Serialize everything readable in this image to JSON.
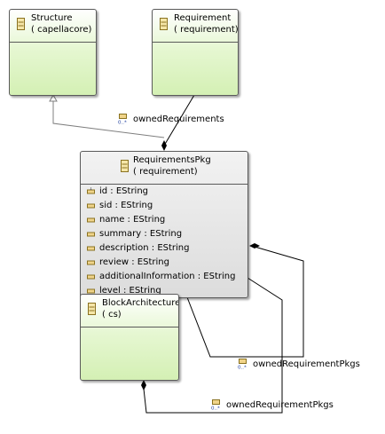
{
  "diagram": {
    "classes": {
      "structure": {
        "name": "Structure",
        "package": "( capellacore)"
      },
      "requirement": {
        "name": "Requirement",
        "package": "( requirement)"
      },
      "requirements_pkg": {
        "name": "RequirementsPkg",
        "package": "( requirement)",
        "attributes": [
          "id : EString",
          "sid : EString",
          "name : EString",
          "summary : EString",
          "description : EString",
          "review : EString",
          "additionalInformation : EString",
          "level : EString"
        ]
      },
      "block_architecture": {
        "name": "BlockArchitecture",
        "package": "( cs)"
      }
    },
    "edges": {
      "owned_requirements": "ownedRequirements",
      "owned_requirement_pkgs_1": "ownedRequirementPkgs",
      "owned_requirement_pkgs_2": "ownedRequirementPkgs"
    },
    "colors": {
      "class_fill": "#d4f0b4",
      "selected_fill": "#dcdcdc",
      "border": "#5a5a5a",
      "edge": "#000000",
      "generalization": "#7f7f7f"
    }
  }
}
